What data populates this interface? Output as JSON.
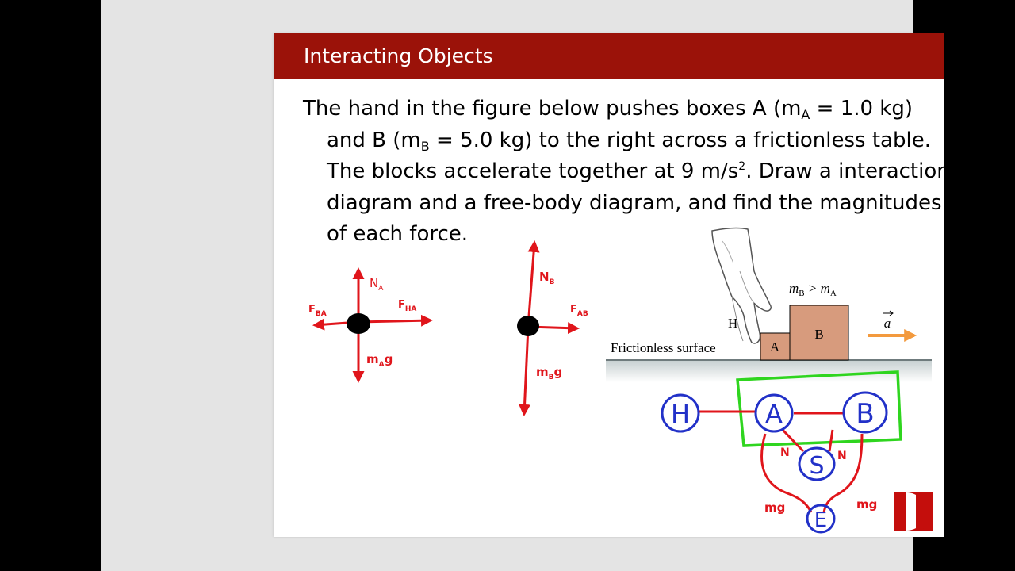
{
  "slide": {
    "title": "Interacting Objects"
  },
  "problem": {
    "p1": "The hand in the figure below pushes boxes A (m",
    "p1_sub": "A",
    "p2": " = 1.0 kg) and B (m",
    "p2_sub": "B",
    "p3": " = 5.0 kg) to the right across a frictionless table. The blocks accelerate together at 9 m/s",
    "p3_sup": "2",
    "p4": ". Draw a interaction diagram and a free-body diagram, and find the magnitudes of each force."
  },
  "textbook_figure": {
    "mass_relation_m1": "m",
    "mass_relation_s1": "B",
    "mass_relation_op": " > m",
    "mass_relation_s2": "A",
    "hand_label": "H",
    "box_a": "A",
    "box_b": "B",
    "surface_label": "Frictionless surface",
    "accel_label": "a"
  },
  "fbd_a": {
    "normal": "N",
    "normal_sub": "A",
    "force_ba": "F",
    "force_ba_sub": "BA",
    "force_ha": "F",
    "force_ha_sub": "HA",
    "weight": "m",
    "weight_sub": "A",
    "weight_g": "g"
  },
  "fbd_b": {
    "normal": "N",
    "normal_sub": "B",
    "force_ab": "F",
    "force_ab_sub": "AB",
    "weight": "m",
    "weight_sub": "B",
    "weight_g": "g"
  },
  "interaction_diagram": {
    "node_h": "H",
    "node_a": "A",
    "node_b": "B",
    "node_s": "S",
    "node_e": "E",
    "label_n_left": "N",
    "label_n_right": "N",
    "label_mg_left": "mg",
    "label_mg_right": "mg"
  },
  "colors": {
    "title_bar": "#9b1209",
    "ink_red": "#e0151b",
    "ink_blue": "#2231c8",
    "ink_green": "#2fd51f",
    "box_fill": "#d79b7d",
    "accel_arrow": "#f39a3e"
  }
}
